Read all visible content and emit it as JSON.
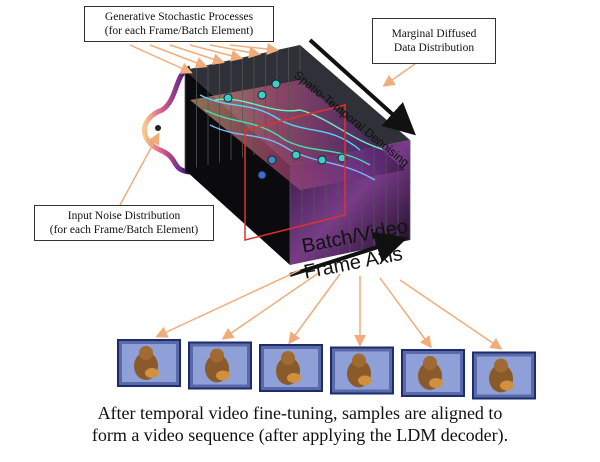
{
  "labels": {
    "generative_line1": "Generative Stochastic Processes",
    "generative_line2": "(for each Frame/Batch Element)",
    "marginal_line1": "Marginal Diffused",
    "marginal_line2": "Data Distribution",
    "noise_line1": "Input Noise Distribution",
    "noise_line2": "(for each Frame/Batch Element)",
    "denoising_axis": "Spatio-Temporal Denoising",
    "batch_axis_line1": "Batch/Video",
    "batch_axis_line2": "Frame Axis"
  },
  "caption": {
    "line1": "After temporal video fine-tuning, samples are aligned to",
    "line2": "form a video sequence (after applying the LDM decoder)."
  },
  "frames": {
    "count": 6
  },
  "colors": {
    "arrow": "#f0ad7a",
    "cube": "#0b0b0f",
    "highlight": "#e03030",
    "frame_border": "#1c2c6c"
  }
}
